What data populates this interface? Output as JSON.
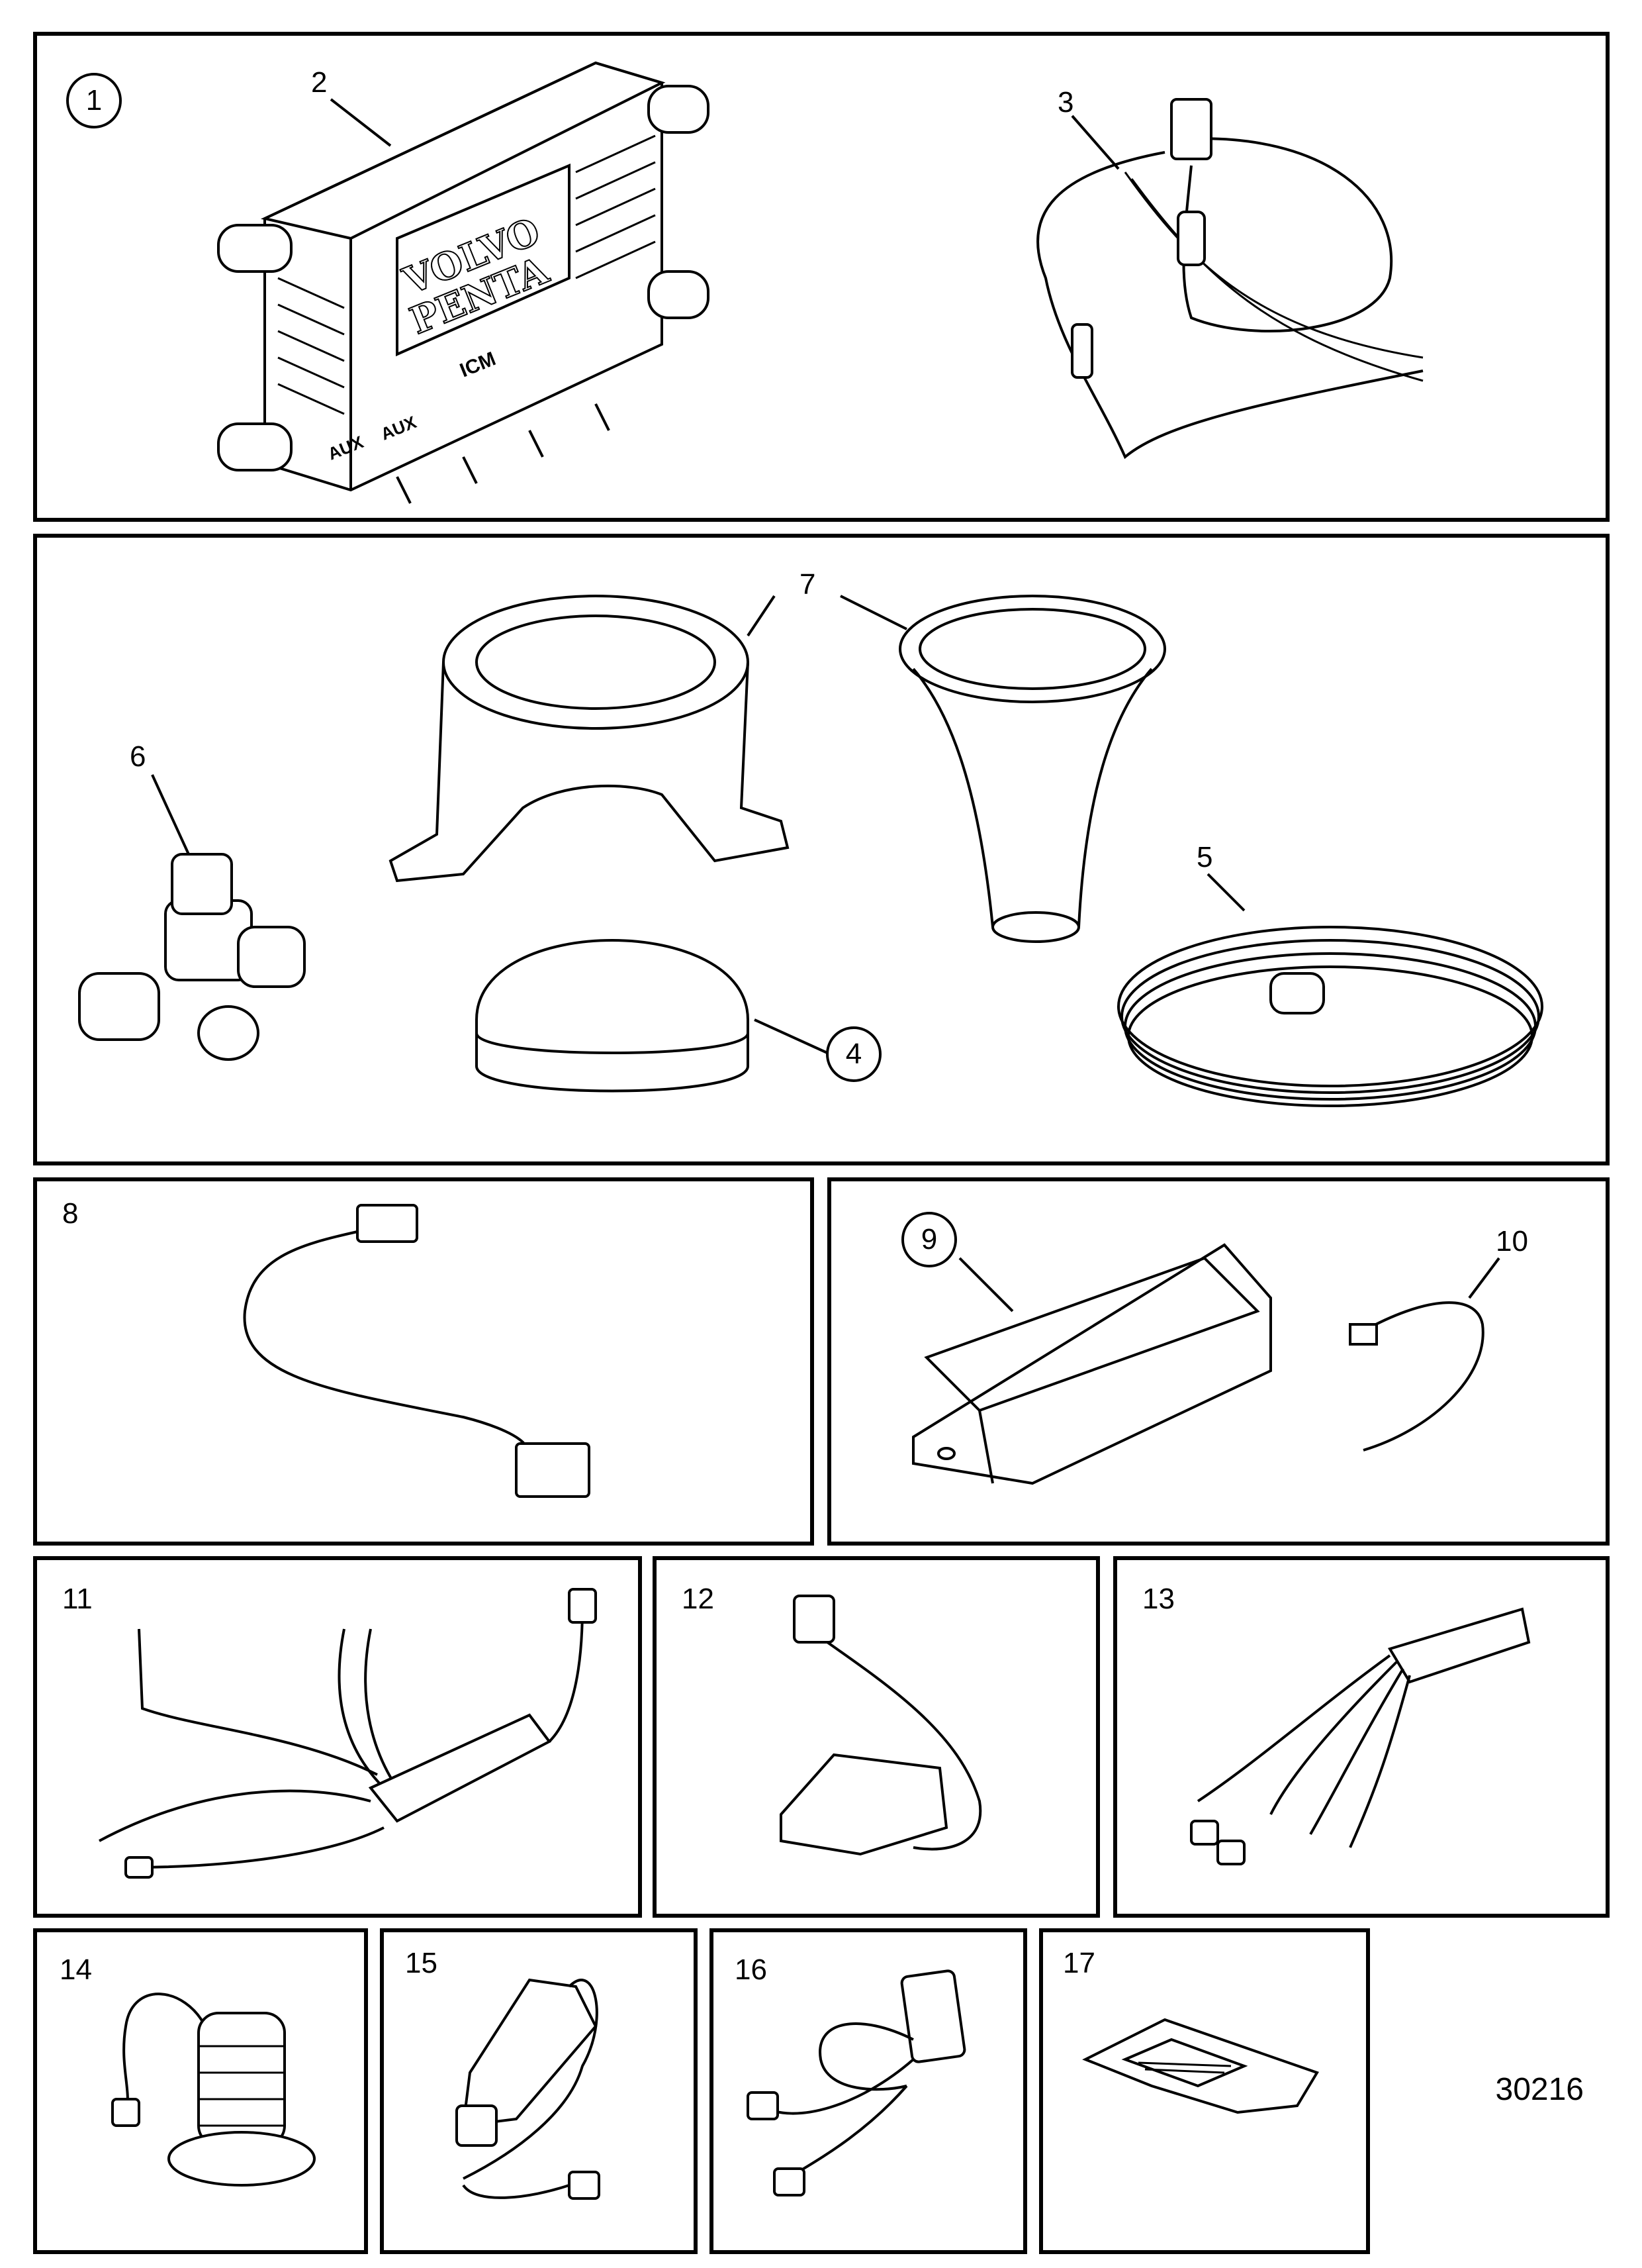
{
  "callouts": {
    "c1": "1",
    "c2": "2",
    "c3": "3",
    "c4": "4",
    "c5": "5",
    "c6": "6",
    "c7": "7",
    "c8": "8",
    "c9": "9",
    "c10": "10",
    "c11": "11",
    "c12": "12",
    "c13": "13",
    "c14": "14",
    "c15": "15",
    "c16": "16",
    "c17": "17"
  },
  "labels": {
    "brand_line1": "VOLVO",
    "brand_line2": "PENTA",
    "module": "ICM",
    "aux1": "AUX",
    "aux2": "AUX"
  },
  "reference": "30216"
}
